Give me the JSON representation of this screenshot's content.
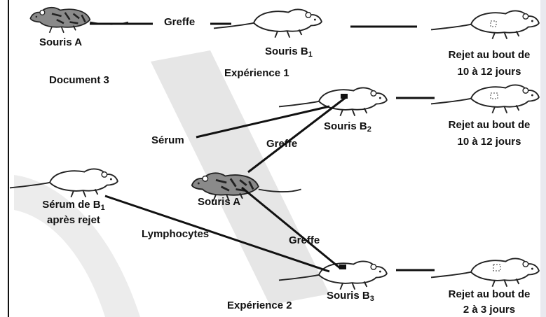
{
  "document_title": "Document 3",
  "mice": {
    "a_top": "Souris A",
    "b1": "Souris B",
    "b2": "Souris B",
    "b3": "Souris B",
    "a_mid": "Souris A",
    "b1_sub": "1",
    "b2_sub": "2",
    "b3_sub": "3"
  },
  "experiments": {
    "exp1": "Expérience 1",
    "exp2": "Expérience 2"
  },
  "labels": {
    "greffe_top": "Greffe",
    "greffe_mid": "Greffe",
    "greffe_low": "Greffe",
    "serum": "Sérum",
    "serum_b1_line1": "Sérum de B",
    "serum_b1_sub": "1",
    "serum_b1_line2": "après rejet",
    "lymphocytes": "Lymphocytes"
  },
  "outcomes": {
    "rejet1_line1": "Rejet au bout de",
    "rejet1_line2": "10 à 12 jours",
    "rejet2_line1": "Rejet au bout de",
    "rejet2_line2": "10 à 12 jours",
    "rejet3_line1": "Rejet au bout de",
    "rejet3_line2": "2 à 3 jours"
  }
}
